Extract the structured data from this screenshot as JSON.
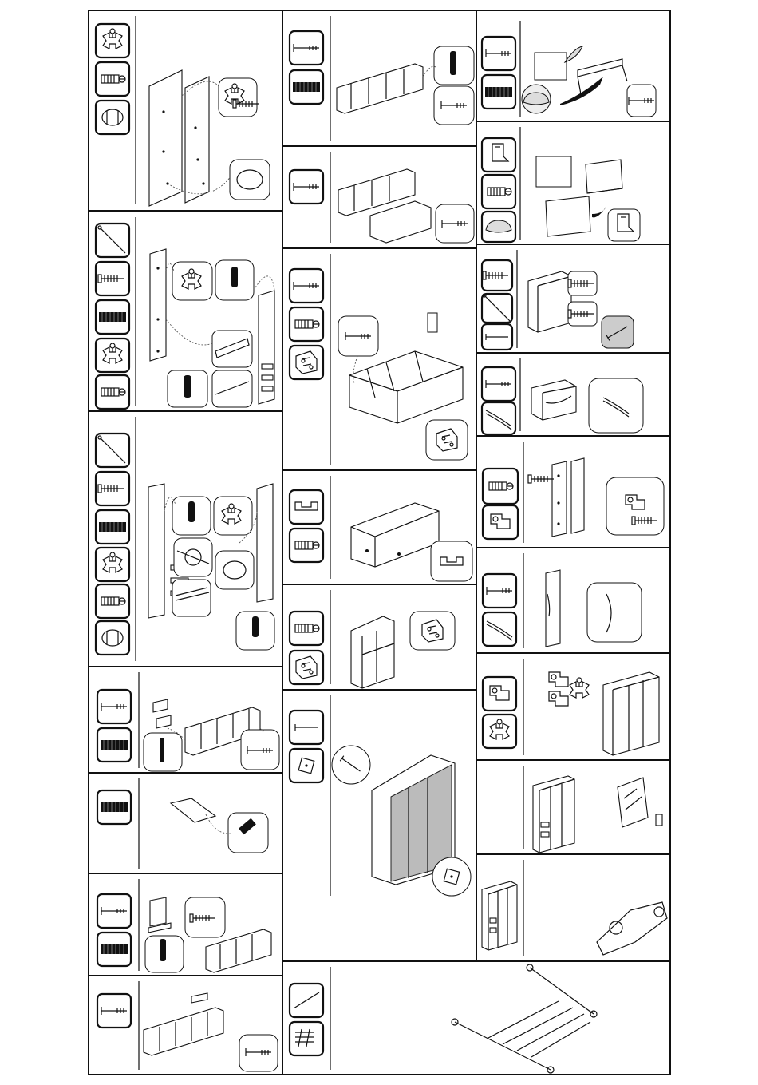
{
  "document": {
    "type": "wardrobe-assembly-instructions",
    "text": []
  },
  "steps": [
    {
      "column": 1,
      "row": 1,
      "parts": [
        "cam-lock-fitting-icon",
        "wall-plug-icon",
        "cam-ring-icon"
      ]
    },
    {
      "column": 1,
      "row": 2,
      "parts": [
        "long-rod-icon",
        "screw-icon",
        "dowel-icon",
        "cam-lock-fitting-icon",
        "wall-plug-icon"
      ]
    },
    {
      "column": 1,
      "row": 3,
      "parts": [
        "long-rod-icon",
        "screw-icon",
        "dowel-icon",
        "cam-lock-fitting-icon",
        "wall-plug-icon",
        "cam-ring-icon"
      ]
    },
    {
      "column": 1,
      "row": 4,
      "parts": [
        "bolt-icon",
        "dowel-icon"
      ]
    },
    {
      "column": 1,
      "row": 5,
      "parts": [
        "dowel-icon"
      ]
    },
    {
      "column": 1,
      "row": 6,
      "parts": [
        "bolt-icon",
        "dowel-icon"
      ]
    },
    {
      "column": 1,
      "row": 7,
      "parts": [
        "bolt-icon"
      ]
    },
    {
      "column": 2,
      "row": 1,
      "parts": [
        "bolt-icon",
        "dowel-icon"
      ]
    },
    {
      "column": 2,
      "row": 2,
      "parts": [
        "bolt-icon"
      ]
    },
    {
      "column": 2,
      "row": 3,
      "parts": [
        "bolt-icon",
        "wall-plug-icon",
        "corner-bracket-icon"
      ]
    },
    {
      "column": 2,
      "row": 4,
      "parts": [
        "clip-icon",
        "wall-plug-icon"
      ]
    },
    {
      "column": 2,
      "row": 5,
      "parts": [
        "wall-plug-icon",
        "corner-bracket-icon"
      ]
    },
    {
      "column": 2,
      "row": 6,
      "parts": [
        "nail-icon",
        "square-washer-icon"
      ]
    },
    {
      "column": 2,
      "row": 7,
      "parts": [
        "hanging-rail-icon",
        "rail-support-icon"
      ]
    },
    {
      "column": 3,
      "row": 1,
      "parts": [
        "bolt-icon",
        "dowel-icon"
      ]
    },
    {
      "column": 3,
      "row": 2,
      "parts": [
        "bracket-icon",
        "wall-plug-icon",
        "glue-pad-icon"
      ]
    },
    {
      "column": 3,
      "row": 3,
      "parts": [
        "screw-icon",
        "long-rod-icon",
        "nail-icon"
      ]
    },
    {
      "column": 3,
      "row": 4,
      "parts": [
        "bolt-icon",
        "handle-icon"
      ]
    },
    {
      "column": 3,
      "row": 5,
      "parts": [
        "wall-plug-icon",
        "hinge-icon"
      ]
    },
    {
      "column": 3,
      "row": 6,
      "parts": [
        "bolt-icon",
        "handle-icon"
      ]
    },
    {
      "column": 3,
      "row": 7,
      "parts": [
        "hinge-icon",
        "cam-lock-fitting-icon"
      ]
    },
    {
      "column": 3,
      "row": 8,
      "parts": []
    },
    {
      "column": 3,
      "row": 9,
      "parts": []
    }
  ]
}
